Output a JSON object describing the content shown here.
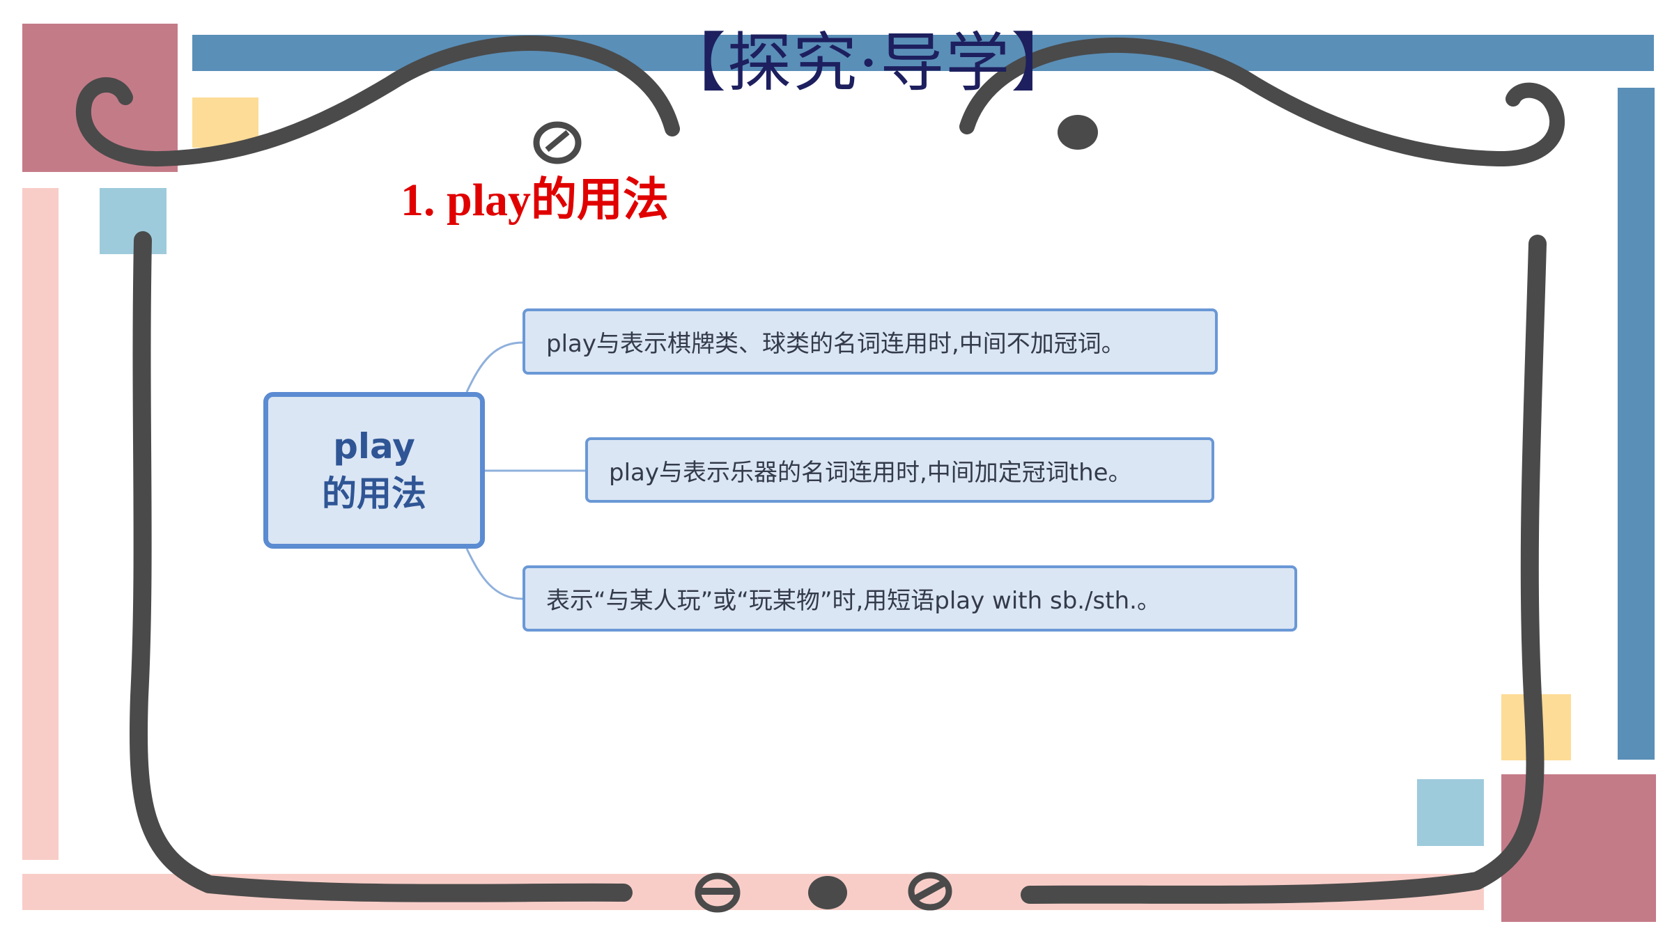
{
  "title": "【探究·导学】",
  "section_heading": "1. play的用法",
  "mindmap": {
    "center": "play\n的用法",
    "branches": [
      "play与表示棋牌类、球类的名词连用时,中间不加冠词。",
      "play与表示乐器的名词连用时,中间加定冠词the。",
      "表示“与某人玩”或“玩某物”时,用短语play with sb./sth.。"
    ]
  },
  "colors": {
    "rose": "#c47b88",
    "pale_pink": "#f8cdc8",
    "steel_blue": "#5a8fb8",
    "light_blue": "#9ecbdc",
    "cream_yellow": "#fddc97",
    "frame_gray": "#4a4a4a",
    "title_navy": "#1d1f5e",
    "heading_red": "#e00000",
    "node_fill": "#dbe6f4",
    "node_border": "#5b8bd1"
  }
}
